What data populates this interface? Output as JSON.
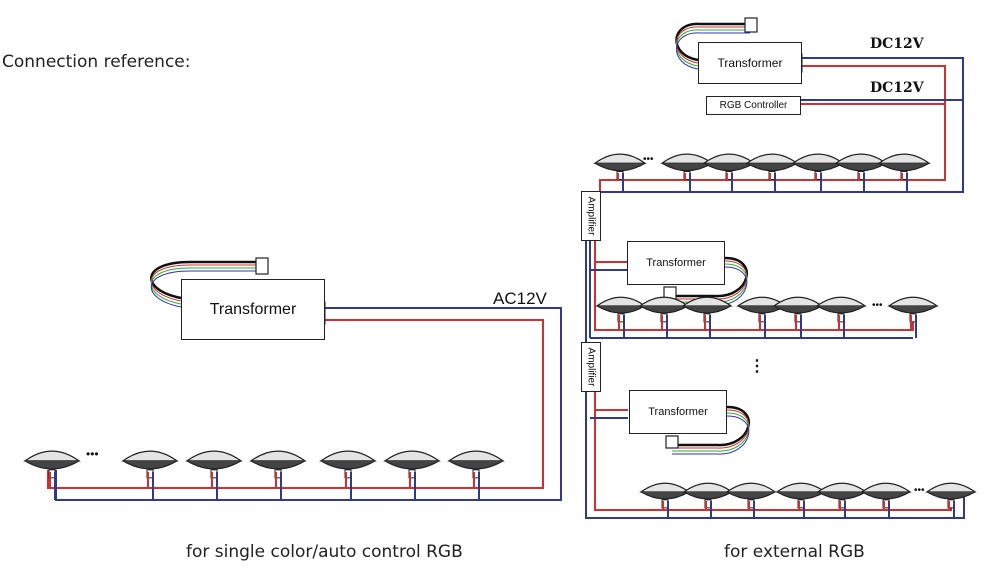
{
  "title": "Connection reference:",
  "left_diagram": {
    "caption": "for single color/auto control RGB",
    "transformer_label": "Transformer",
    "voltage_label": "AC12V",
    "ellipsis": "•••"
  },
  "right_diagram": {
    "caption": "for external RGB",
    "transformer_label": "Transformer",
    "controller_label": "RGB Controller",
    "voltage_label_top": "DC12V",
    "voltage_label_bottom": "DC12V",
    "amplifier_label": "Amplifier",
    "ellipsis": "•••",
    "vertical_ellipsis": "⋮"
  },
  "colors": {
    "red_wire": "#d03030",
    "blue_wire": "#303a8a",
    "outline": "#222222"
  }
}
